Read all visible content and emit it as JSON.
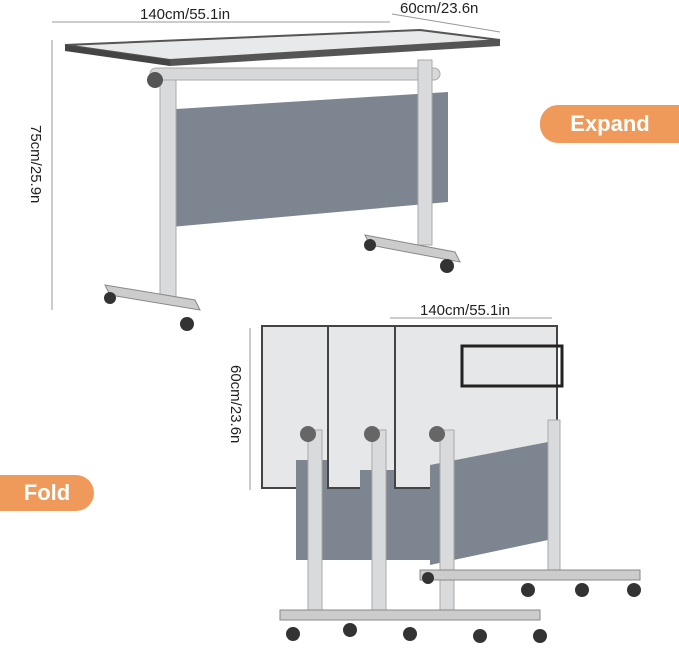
{
  "expanded": {
    "length_label": "140cm/55.1in",
    "width_label": "60cm/23.6n",
    "height_label": "75cm/25.9n"
  },
  "folded": {
    "length_label": "140cm/55.1in",
    "height_label": "60cm/23.6n"
  },
  "badges": {
    "expand": "Expand",
    "fold": "Fold"
  },
  "colors": {
    "badge": "#ef9a5a",
    "panel": "#7d8590",
    "frame": "#d8dadc",
    "top": "#e6e7e8"
  }
}
